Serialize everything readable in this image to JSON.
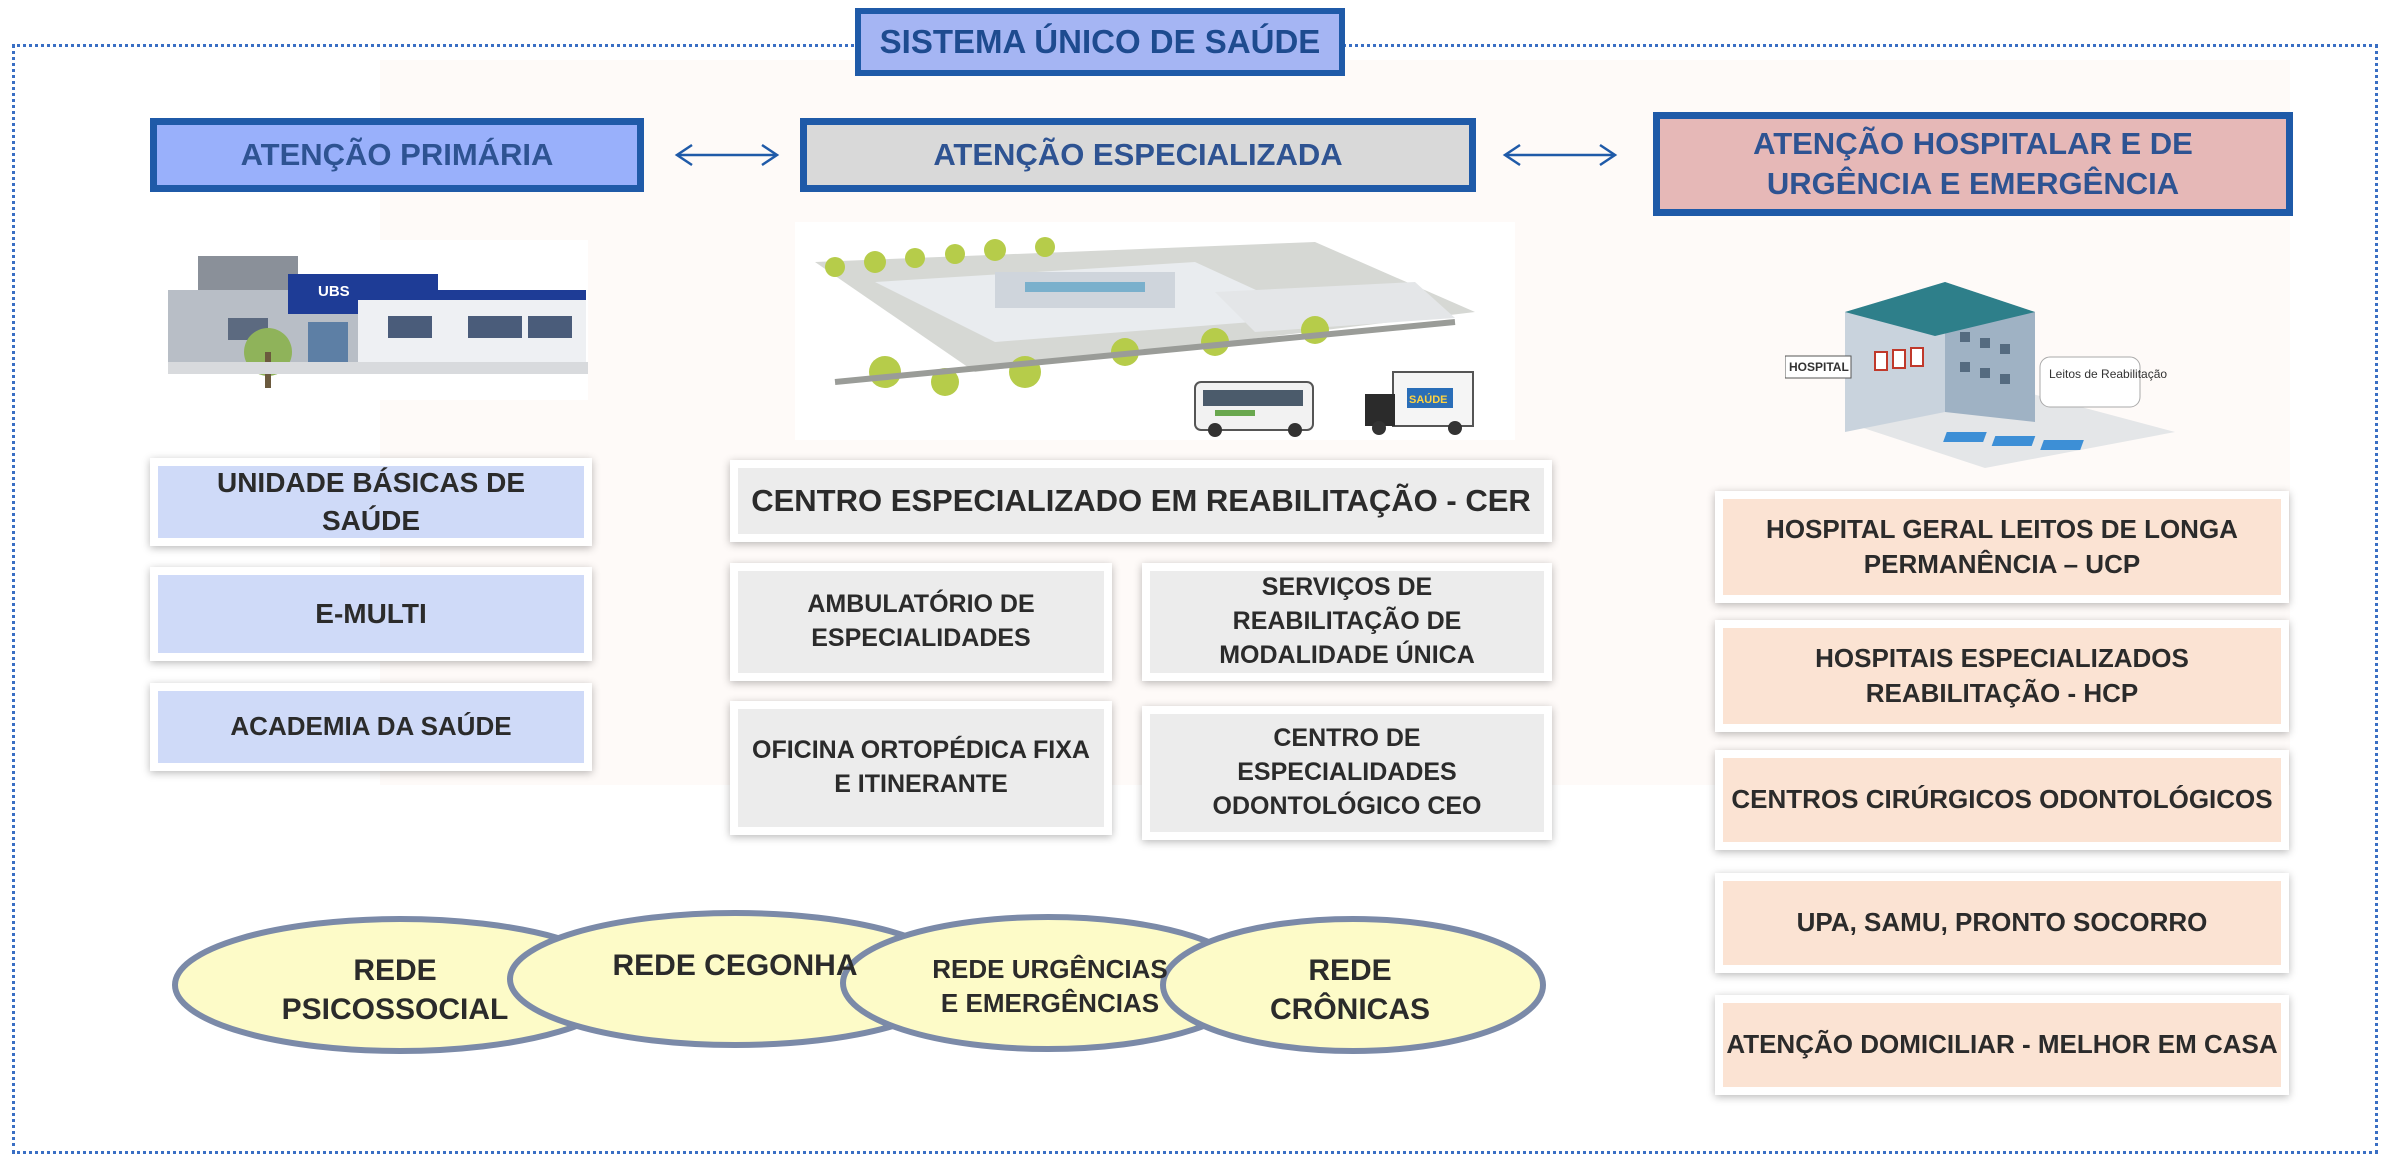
{
  "title": "SISTEMA ÚNICO DE SAÚDE",
  "columns": {
    "primary": {
      "header": "ATENÇÃO PRIMÁRIA",
      "cards": [
        "UNIDADE BÁSICAS DE SAÚDE",
        "E-MULTI",
        "ACADEMIA DA SAÚDE"
      ],
      "illustration_sign": "UBS"
    },
    "specialized": {
      "header": "ATENÇÃO ESPECIALIZADA",
      "cer": "CENTRO ESPECIALIZADO EM REABILITAÇÃO - CER",
      "cards": [
        "AMBULATÓRIO DE ESPECIALIDADES",
        "SERVIÇOS DE REABILITAÇÃO DE MODALIDADE ÚNICA",
        "OFICINA ORTOPÉDICA FIXA E ITINERANTE",
        "CENTRO DE ESPECIALIDADES ODONTOLÓGICO CEO"
      ],
      "truck_label": "SAÚDE"
    },
    "hospital": {
      "header": "ATENÇÃO HOSPITALAR E DE URGÊNCIA E EMERGÊNCIA",
      "cards": [
        "HOSPITAL GERAL LEITOS DE LONGA PERMANÊNCIA – UCP",
        "HOSPITAIS ESPECIALIZADOS REABILITAÇÃO - HCP",
        "CENTROS CIRÚRGICOS ODONTOLÓGICOS",
        "UPA, SAMU, PRONTO SOCORRO",
        "ATENÇÃO DOMICILIAR - MELHOR EM CASA"
      ],
      "illustration_sign": "HOSPITAL",
      "illustration_bubble": "Leitos de Reabilitação"
    }
  },
  "networks": [
    "REDE PSICOSSOCIAL",
    "REDE CEGONHA",
    "REDE URGÊNCIAS E EMERGÊNCIAS",
    "REDE CRÔNICAS"
  ],
  "colors": {
    "border_blue": "#1f5aa8",
    "primary_header": "#99b0fb",
    "specialized_header": "#d9d9d9",
    "hospital_header": "#e6b8b7",
    "ellipse_fill": "#fdfbc8",
    "ellipse_stroke": "#7b8aa8"
  }
}
